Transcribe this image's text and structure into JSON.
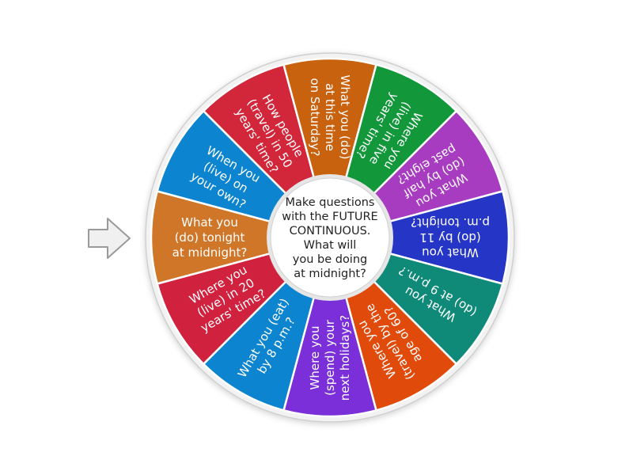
{
  "center_prompt": [
    "Make questions",
    "with the FUTURE",
    "CONTINUOUS.",
    "What will",
    "you be doing",
    "at midnight?"
  ],
  "segments": [
    {
      "lines": [
        "What you",
        "(do) tonight",
        "at midnight?"
      ],
      "color": "#cf7628"
    },
    {
      "lines": [
        "When you",
        "(live) on",
        "your own?"
      ],
      "color": "#0c84cf"
    },
    {
      "lines": [
        "How people",
        "(travel) in 50",
        "years' time?"
      ],
      "color": "#d2263a"
    },
    {
      "lines": [
        "What you (do)",
        "at this time",
        "on Saturday?"
      ],
      "color": "#c9620e"
    },
    {
      "lines": [
        "Where you",
        "(live) in five",
        "years' time?"
      ],
      "color": "#13973b"
    },
    {
      "lines": [
        "What you",
        "(do) by half",
        "past eight?"
      ],
      "color": "#a83cc0"
    },
    {
      "lines": [
        "What you",
        "(do) by 11",
        "p.m. tonight?"
      ],
      "color": "#2535c6"
    },
    {
      "lines": [
        "What you",
        "(do) at 9 p.m.?"
      ],
      "color": "#0f8a78"
    },
    {
      "lines": [
        "Where you",
        "(travel) by the",
        "age of 60?"
      ],
      "color": "#e04b0c"
    },
    {
      "lines": [
        "Where you",
        "(spend) your",
        "next holidays?"
      ],
      "color": "#7a2fd8"
    },
    {
      "lines": [
        "What you (eat)",
        "by 8 p.m.?"
      ],
      "color": "#0c84cf"
    },
    {
      "lines": [
        "Where you",
        "(live) in 20",
        "years' time?"
      ],
      "color": "#d0223e"
    }
  ],
  "pointer_icon": "arrow-right-icon"
}
